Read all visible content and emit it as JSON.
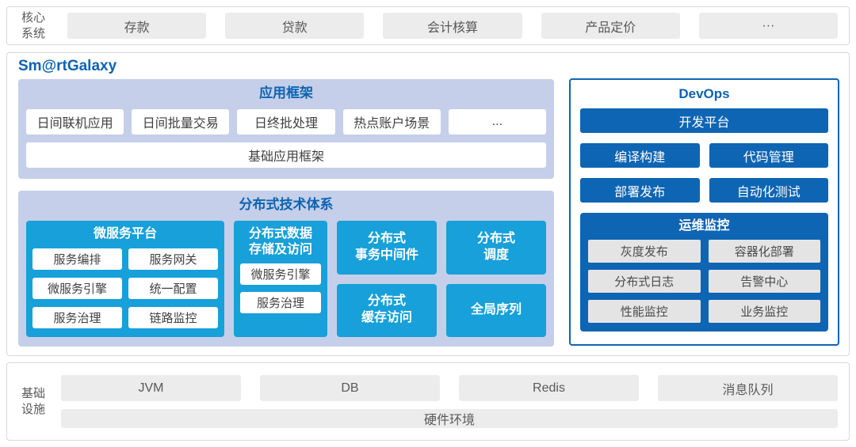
{
  "colors": {
    "accent_blue_text": "#0d63b1",
    "dark_blue": "#0e65b3",
    "cyan_blue": "#17a0d9",
    "panel_periwinkle": "#c5cfe9",
    "gray_box_bg": "#ececec",
    "border_gray": "#d8d8d8"
  },
  "core_systems": {
    "label_lines": [
      "核心",
      "系统"
    ],
    "items": [
      "存款",
      "贷款",
      "会计核算",
      "产品定价",
      "···"
    ]
  },
  "platform": {
    "title": "Sm@rtGalaxy",
    "app_framework": {
      "title": "应用框架",
      "apps": [
        "日间联机应用",
        "日间批量交易",
        "日终批处理",
        "热点账户场景",
        "..."
      ],
      "base": "基础应用框架"
    },
    "distributed": {
      "title": "分布式技术体系",
      "microservice": {
        "title": "微服务平台",
        "items": [
          "服务编排",
          "服务网关",
          "微服务引擎",
          "统一配置",
          "服务治理",
          "链路监控"
        ]
      },
      "data_storage": {
        "title_lines": [
          "分布式数据",
          "存储及访问"
        ],
        "items": [
          "微服务引擎",
          "服务治理"
        ]
      },
      "blocks": [
        {
          "lines": [
            "分布式",
            "事务中间件"
          ]
        },
        {
          "lines": [
            "分布式",
            "调度"
          ]
        },
        {
          "lines": [
            "分布式",
            "缓存访问"
          ]
        },
        {
          "lines": [
            "全局序列"
          ]
        }
      ]
    },
    "devops": {
      "title": "DevOps",
      "dev_platform": "开发平台",
      "tools": [
        "编译构建",
        "代码管理",
        "部署发布",
        "自动化测试"
      ],
      "ops_monitor": {
        "title": "运维监控",
        "items": [
          "灰度发布",
          "容器化部署",
          "分布式日志",
          "告警中心",
          "性能监控",
          "业务监控"
        ]
      }
    }
  },
  "infrastructure": {
    "label_lines": [
      "基础",
      "设施"
    ],
    "items": [
      "JVM",
      "DB",
      "Redis",
      "消息队列"
    ],
    "hardware": "硬件环境"
  }
}
